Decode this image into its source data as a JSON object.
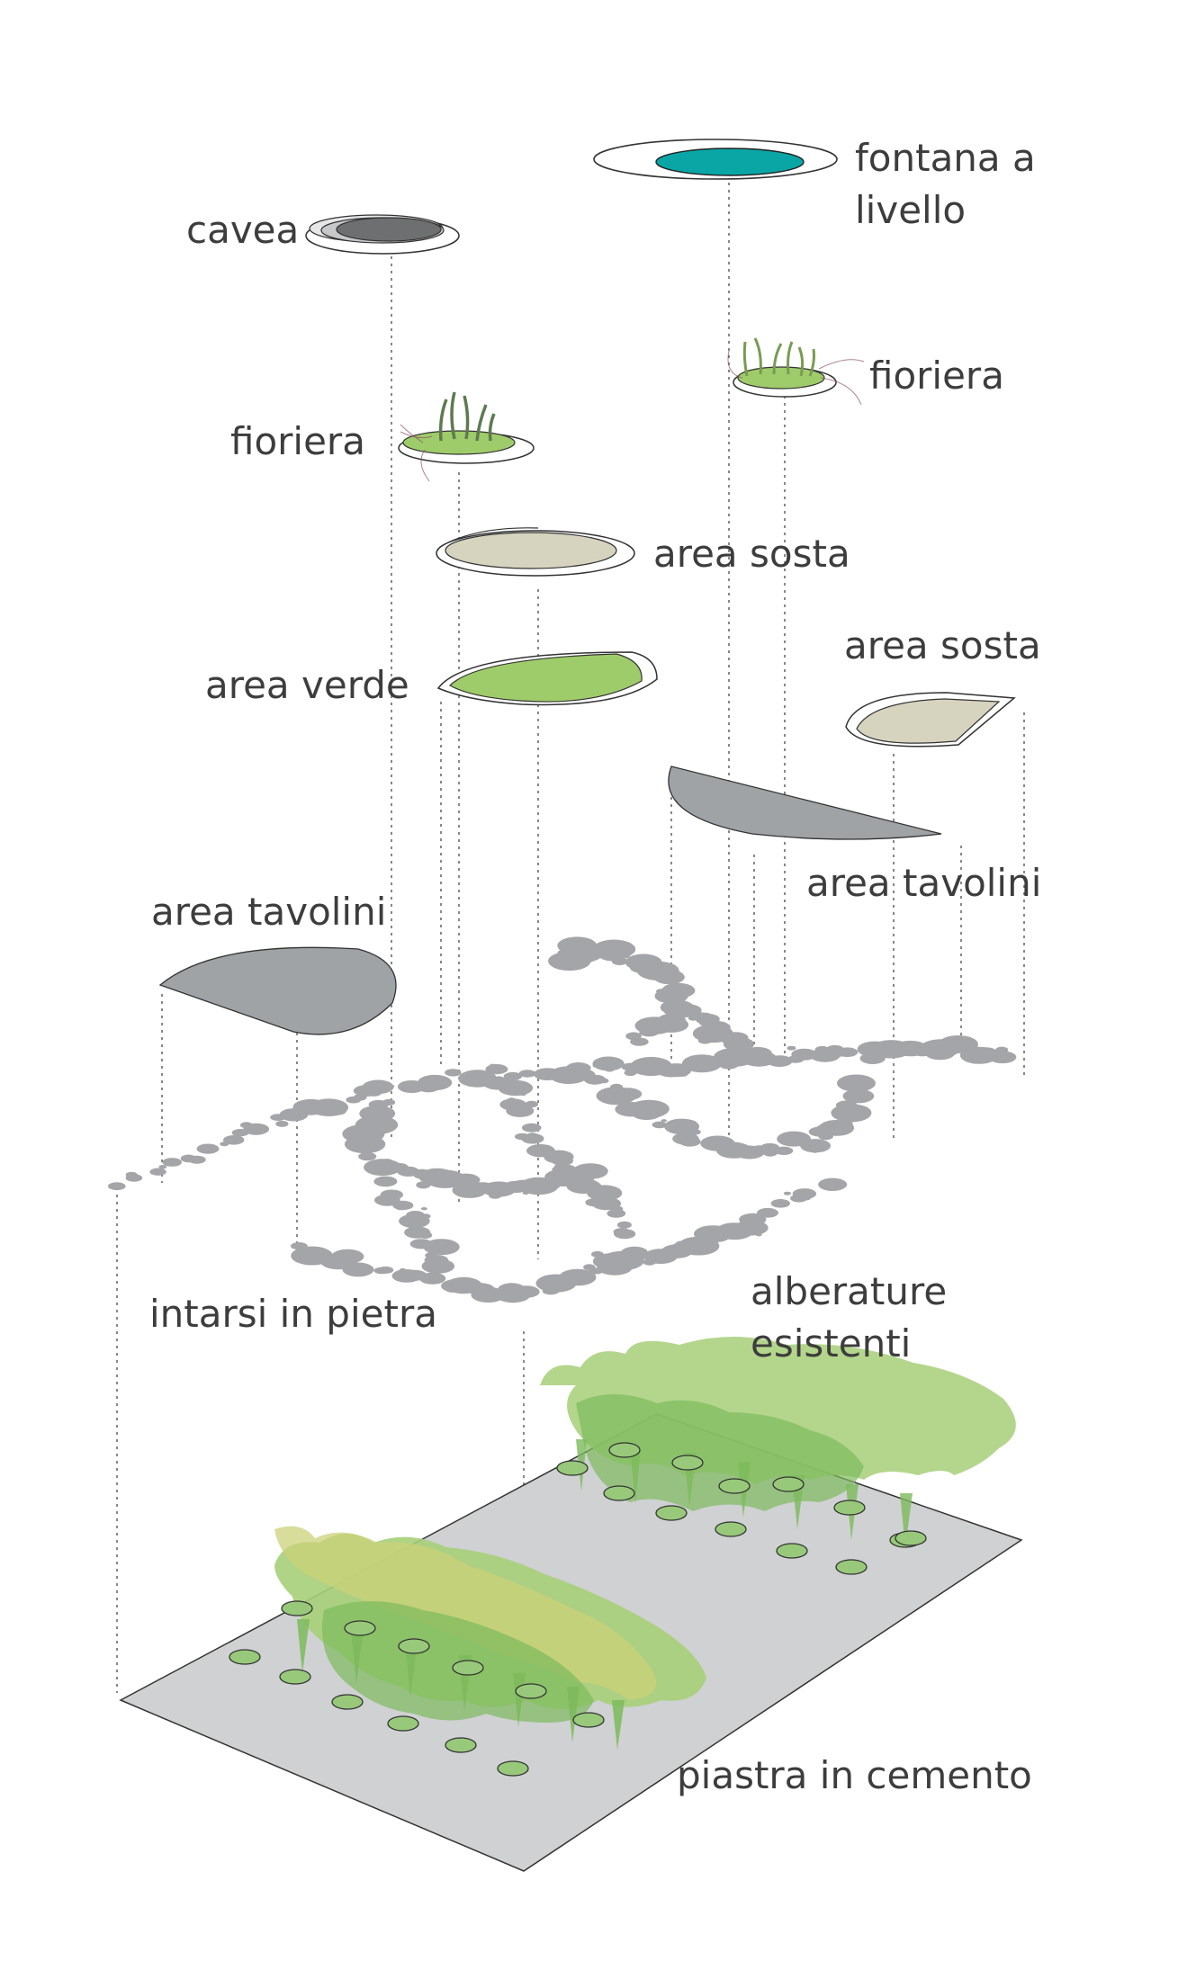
{
  "labels": {
    "cavea": "cavea",
    "fontana_line1": "fontana a",
    "fontana_line2": "livello",
    "fioriera_left": "fioriera",
    "fioriera_right": "fioriera",
    "area_sosta_center": "area sosta",
    "area_sosta_right": "area sosta",
    "area_verde": "area verde",
    "area_tavolini_left": "area tavolini",
    "area_tavolini_right": "area tavolini",
    "intarsi": "intarsi in pietra",
    "alberature_line1": "alberature",
    "alberature_line2": "esistenti",
    "piastra": "piastra in cemento"
  },
  "colors": {
    "fountain_water": "#0aa6a6",
    "green_area": "#9fcc6a",
    "sosta_fill": "#d6d3bf",
    "tavolini_fill": "#a0a3a6",
    "stone": "#a3a5a8",
    "slab": "#cfd1d2",
    "tree_light": "#a6cf78",
    "tree_mid": "#7dbb5c",
    "tree_yellow": "#ccd27a",
    "tree_pit": "#98c97a"
  }
}
